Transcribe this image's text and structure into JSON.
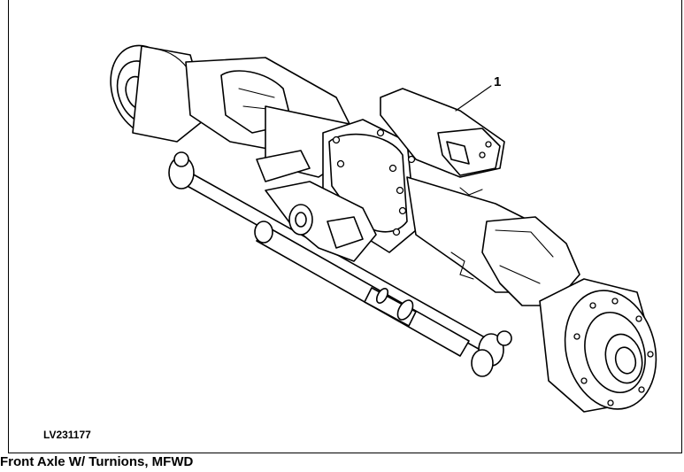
{
  "callout": {
    "label": "1"
  },
  "figure": {
    "id": "LV231177"
  },
  "caption": {
    "text": "Front Axle W/ Turnions, MFWD"
  },
  "colors": {
    "line": "#000000",
    "background": "#ffffff"
  }
}
